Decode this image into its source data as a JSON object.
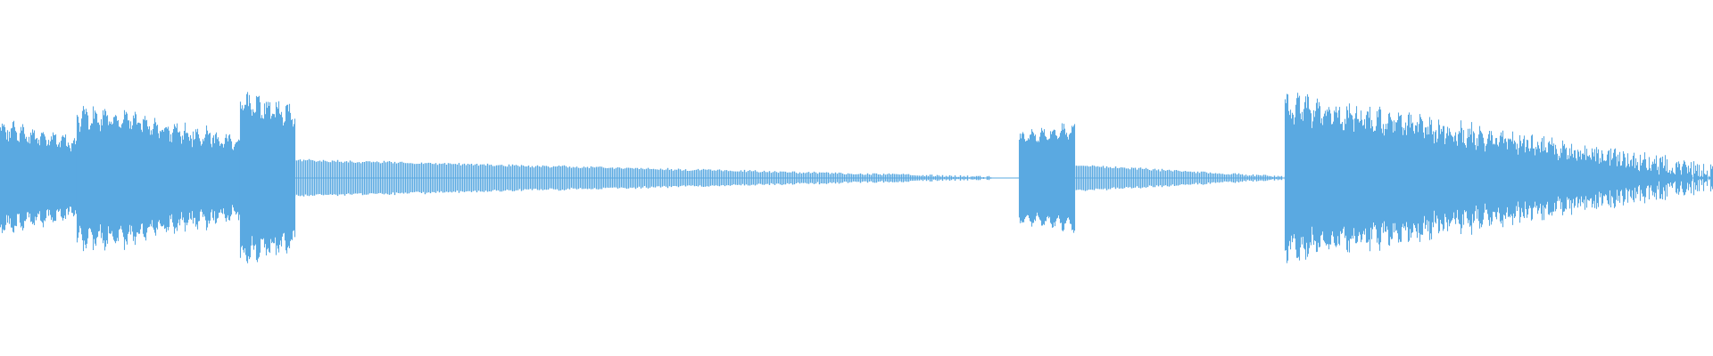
{
  "waveform": {
    "color": "#5aa9e1",
    "background": "#ffffff",
    "baseline_color": "#5aa9e1",
    "segments": [
      {
        "name": "clip-1",
        "start": 0.0,
        "end": 0.045,
        "amp_start": 0.55,
        "amp_end": 0.38,
        "jitter": 0.1,
        "dense": true
      },
      {
        "name": "clip-2",
        "start": 0.045,
        "end": 0.14,
        "amp_start": 0.7,
        "amp_end": 0.4,
        "peak": 0.85,
        "jitter": 0.12,
        "dense": true
      },
      {
        "name": "clip-3",
        "start": 0.14,
        "end": 0.172,
        "amp_start": 0.85,
        "amp_end": 0.75,
        "jitter": 0.14,
        "dense": true
      },
      {
        "name": "decay-tail-1",
        "start": 0.172,
        "end": 0.58,
        "amp_start": 0.18,
        "amp_end": 0.01,
        "jitter": 0.02,
        "dense": false
      },
      {
        "name": "gap",
        "start": 0.58,
        "end": 0.595,
        "amp_start": 0.0,
        "amp_end": 0.0,
        "jitter": 0.0,
        "dense": false
      },
      {
        "name": "clip-4",
        "start": 0.595,
        "end": 0.627,
        "amp_start": 0.45,
        "amp_end": 0.55,
        "jitter": 0.06,
        "dense": true
      },
      {
        "name": "decay-tail-2",
        "start": 0.627,
        "end": 0.75,
        "amp_start": 0.13,
        "amp_end": 0.01,
        "jitter": 0.02,
        "dense": false
      },
      {
        "name": "clip-5",
        "start": 0.75,
        "end": 1.0,
        "amp_start": 0.8,
        "amp_end": 0.06,
        "jitter": 0.18,
        "dense": true
      }
    ]
  }
}
